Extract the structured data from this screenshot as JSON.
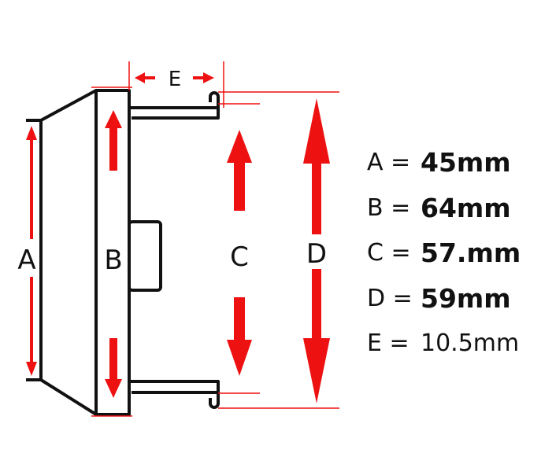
{
  "diagram": {
    "colors": {
      "outline": "#111111",
      "arrow": "#ee1111",
      "guide": "#ee1111",
      "background": "#ffffff"
    },
    "labels": {
      "a": "A",
      "b": "B",
      "c": "C",
      "d": "D",
      "e": "E"
    },
    "legend": [
      {
        "key": "A =",
        "value": "45mm"
      },
      {
        "key": "B =",
        "value": "64mm"
      },
      {
        "key": "C =",
        "value": "57.mm"
      },
      {
        "key": "D =",
        "value": "59mm"
      },
      {
        "key": "E =",
        "value": "10.5mm"
      }
    ]
  }
}
